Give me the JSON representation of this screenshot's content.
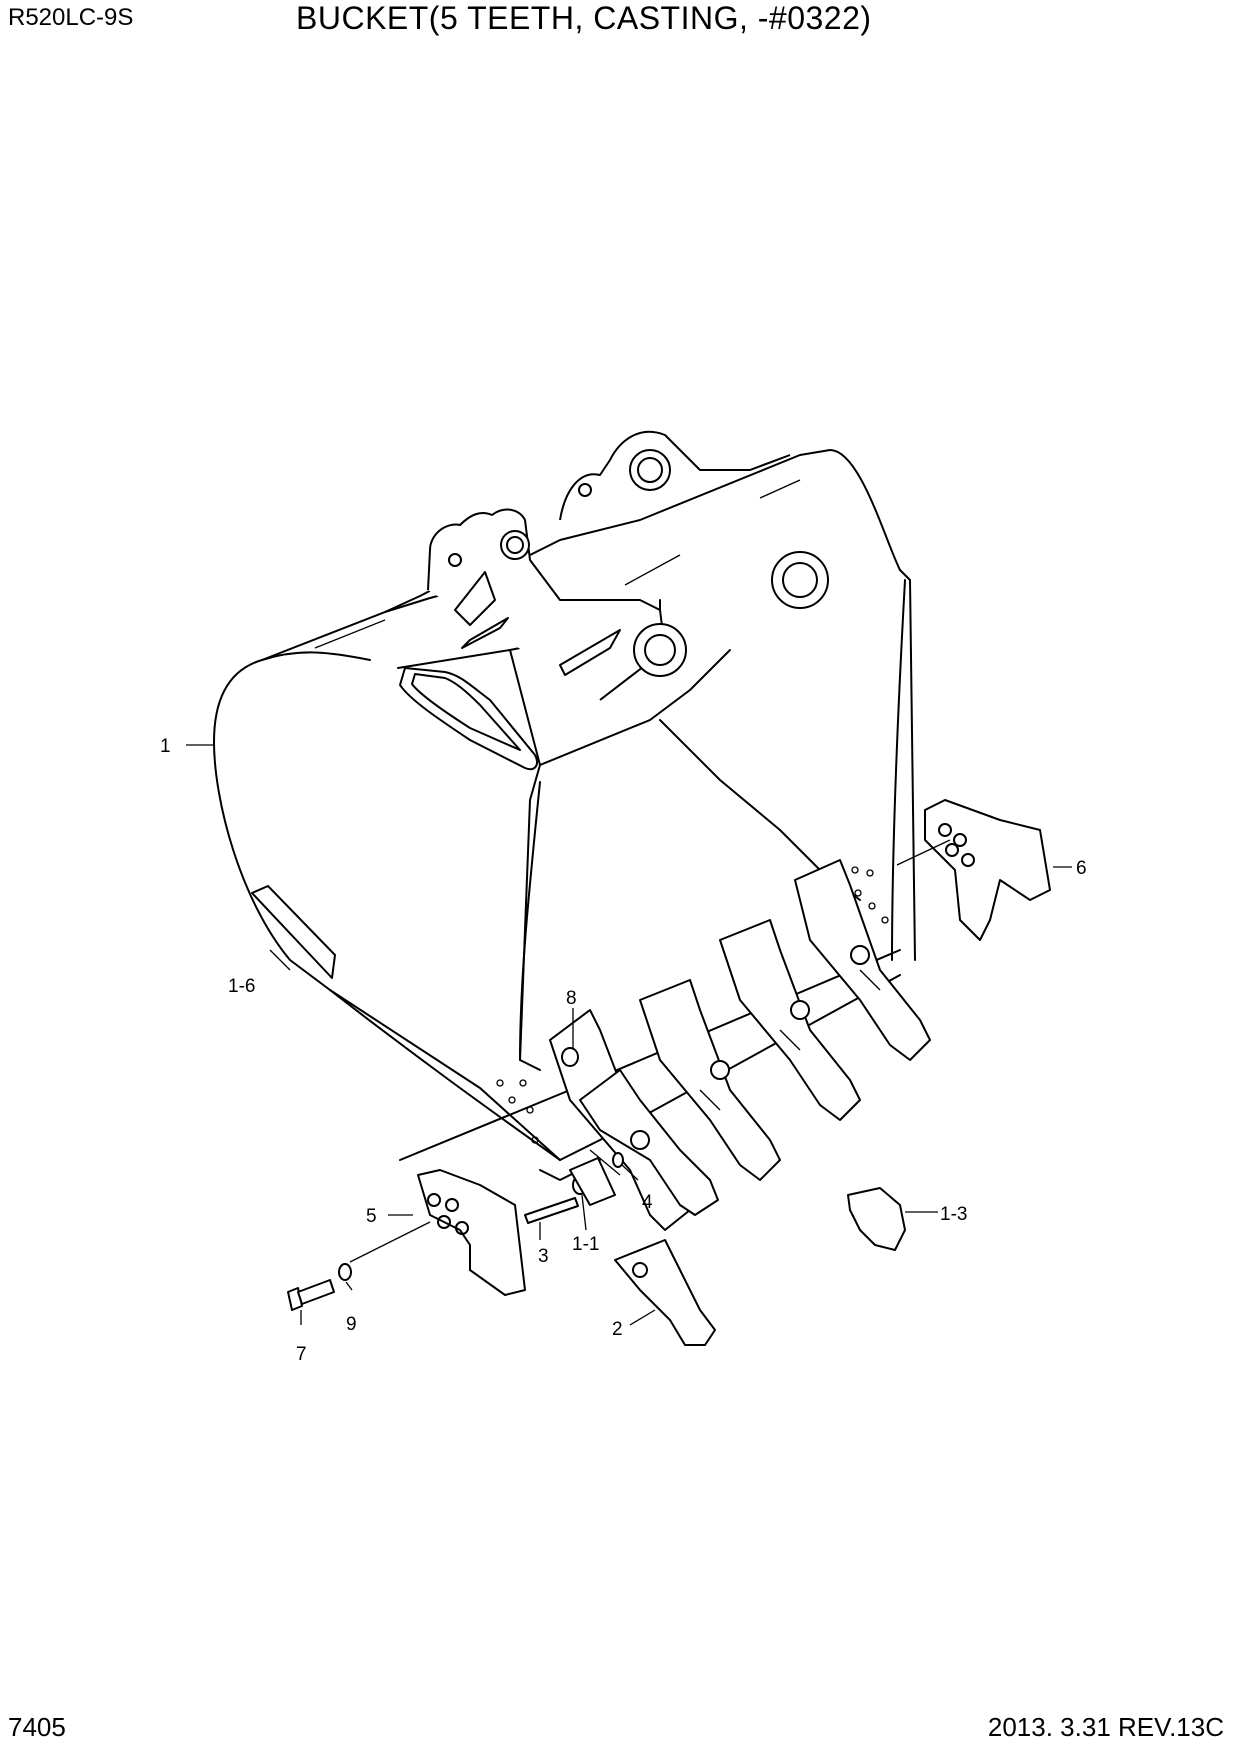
{
  "header": {
    "model": "R520LC-9S",
    "title": "BUCKET(5 TEETH, CASTING, -#0322)"
  },
  "footer": {
    "page_number": "7405",
    "revision": "2013. 3.31  REV.13C"
  },
  "callouts": [
    {
      "id": "c1",
      "text": "1"
    },
    {
      "id": "c1-6",
      "text": "1-6"
    },
    {
      "id": "c6",
      "text": "6"
    },
    {
      "id": "c8",
      "text": "8"
    },
    {
      "id": "c5",
      "text": "5"
    },
    {
      "id": "c4",
      "text": "4"
    },
    {
      "id": "c3",
      "text": "3"
    },
    {
      "id": "c1-1",
      "text": "1-1"
    },
    {
      "id": "c1-3",
      "text": "1-3"
    },
    {
      "id": "c9",
      "text": "9"
    },
    {
      "id": "c7",
      "text": "7"
    },
    {
      "id": "c2",
      "text": "2"
    }
  ]
}
